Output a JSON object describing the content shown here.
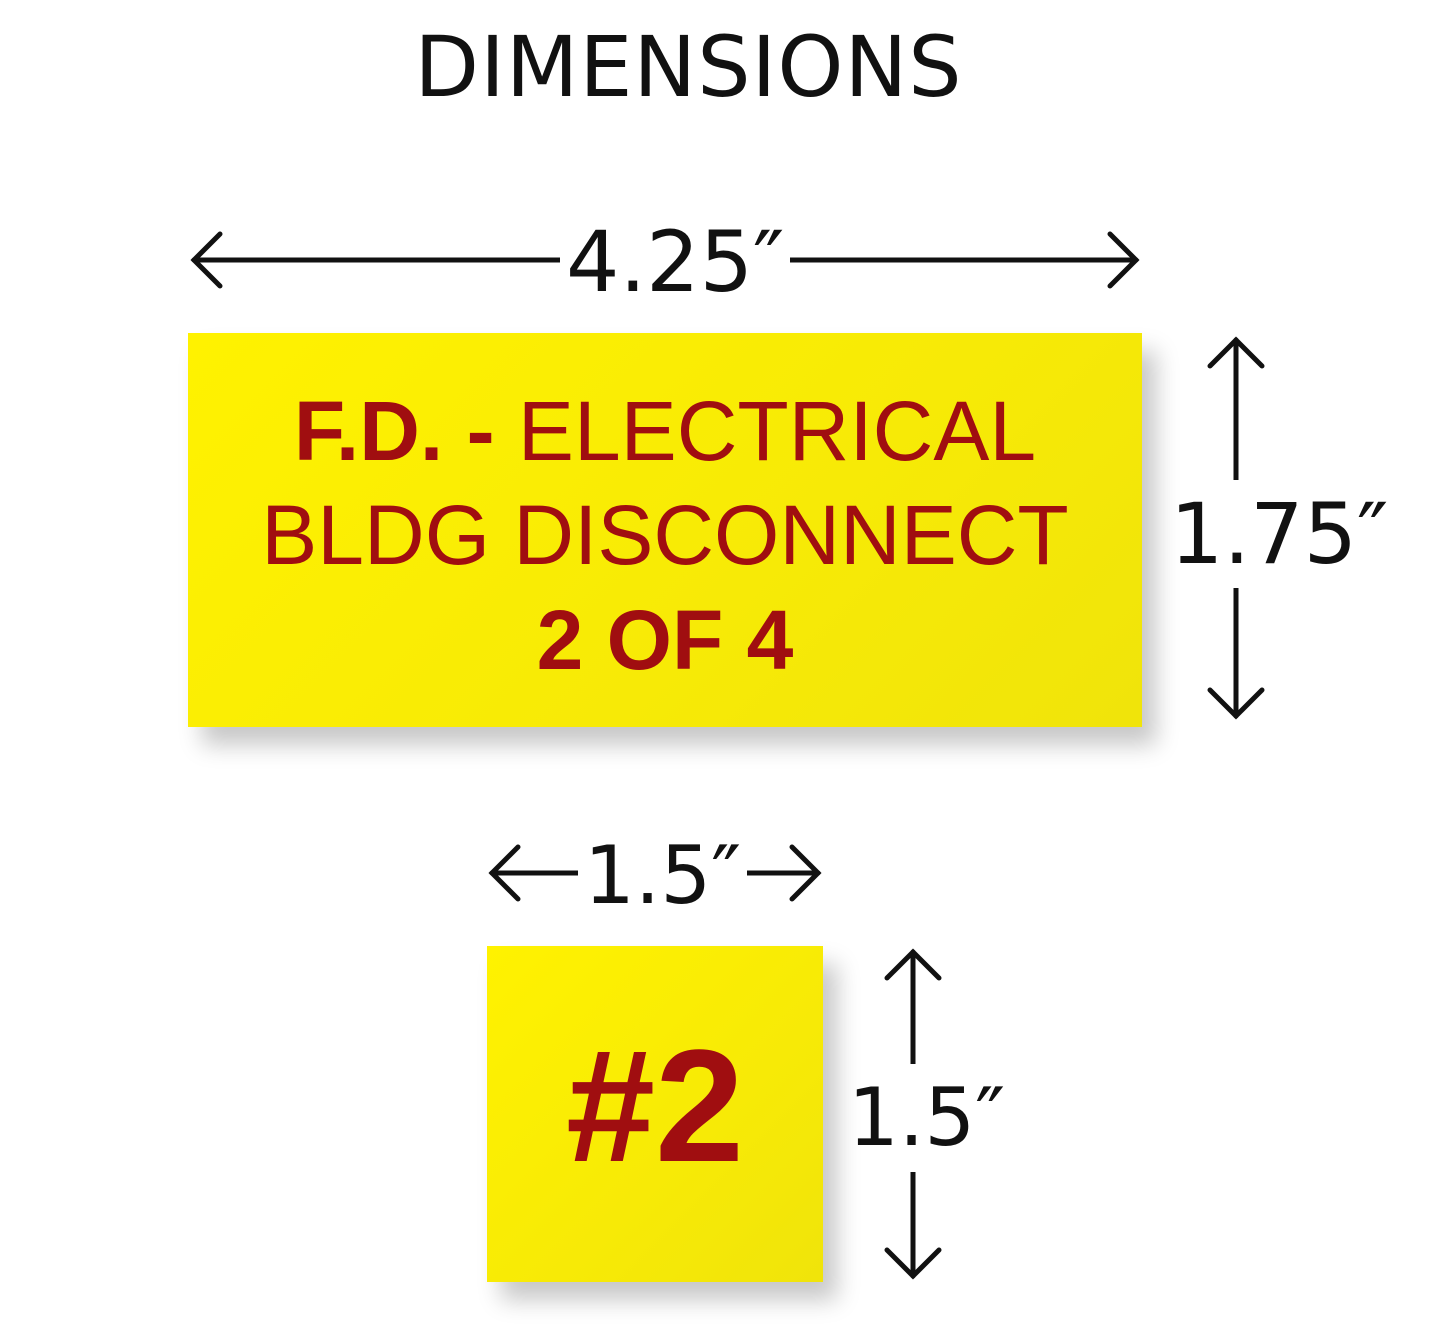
{
  "title": "DIMENSIONS",
  "colors": {
    "sign_bg": "#fff200",
    "sign_text": "#a00e10",
    "ink": "#111111"
  },
  "large_sign": {
    "width_label": "4.25″",
    "height_label": "1.75″",
    "line1_bold": "F.D. -",
    "line1_regular": "ELECTRICAL",
    "line2": "BLDG DISCONNECT",
    "line3": "2 OF 4"
  },
  "small_sign": {
    "width_label": "1.5″",
    "height_label": "1.5″",
    "text": "#2"
  }
}
